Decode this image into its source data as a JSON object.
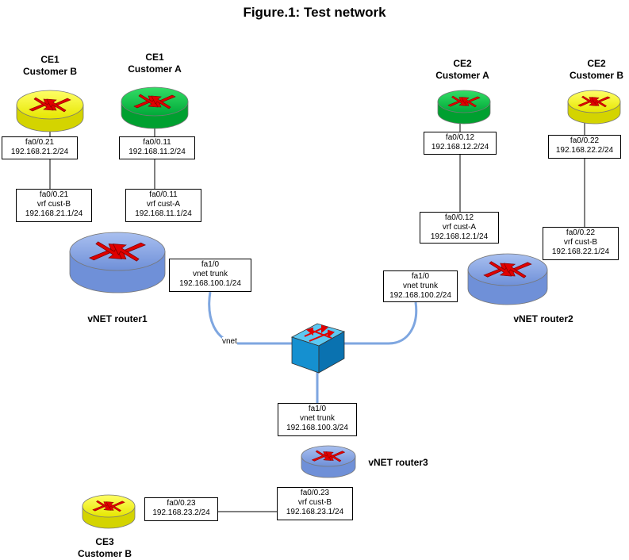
{
  "title": "Figure.1: Test network",
  "colors": {
    "yellow": "#ffff00",
    "green": "#00cc44",
    "vnet_blue": "#8aa7e8",
    "switch_blue": "#1aa3e0",
    "link_blue": "#7ea6e0",
    "arrow_red": "#e00000"
  },
  "nodes": {
    "ce1b": {
      "name": "CE1",
      "customer": "Customer B"
    },
    "ce1a": {
      "name": "CE1",
      "customer": "Customer A"
    },
    "ce2a": {
      "name": "CE2",
      "customer": "Customer A"
    },
    "ce2b": {
      "name": "CE2",
      "customer": "Customer B"
    },
    "r1": {
      "name": "vNET router1"
    },
    "r2": {
      "name": "vNET router2"
    },
    "r3": {
      "name": "vNET router3"
    },
    "ce3b": {
      "name": "CE3",
      "customer": "Customer B"
    }
  },
  "interfaces": {
    "ce1b": [
      "fa0/0.21",
      "192.168.21.2/24"
    ],
    "ce1a": [
      "fa0/0.11",
      "192.168.11.2/24"
    ],
    "r1_b": [
      "fa0/0.21",
      "vrf cust-B",
      "192.168.21.1/24"
    ],
    "r1_a": [
      "fa0/0.11",
      "vrf cust-A",
      "192.168.11.1/24"
    ],
    "r1_trunk": [
      "fa1/0",
      "vnet trunk",
      "192.168.100.1/24"
    ],
    "ce2a": [
      "fa0/0.12",
      "192.168.12.2/24"
    ],
    "ce2b": [
      "fa0/0.22",
      "192.168.22.2/24"
    ],
    "r2_a": [
      "fa0/0.12",
      "vrf cust-A",
      "192.168.12.1/24"
    ],
    "r2_b": [
      "fa0/0.22",
      "vrf cust-B",
      "192.168.22.1/24"
    ],
    "r2_trunk": [
      "fa1/0",
      "vnet trunk",
      "192.168.100.2/24"
    ],
    "r3_trunk": [
      "fa1/0",
      "vnet trunk",
      "192.168.100.3/24"
    ],
    "r3_b": [
      "fa0/0.23",
      "vrf cust-B",
      "192.168.23.1/24"
    ],
    "ce3b": [
      "fa0/0.23",
      "192.168.23.2/24"
    ]
  },
  "link_label": "vnet"
}
